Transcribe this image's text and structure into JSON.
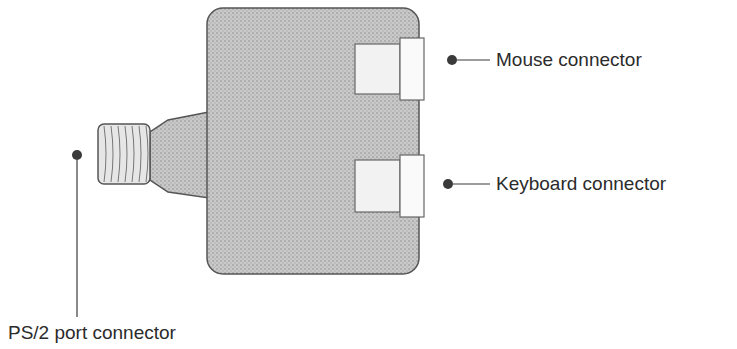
{
  "diagram": {
    "labels": [
      "Mouse connector",
      "Keyboard connector",
      "PS/2 port connector"
    ]
  }
}
